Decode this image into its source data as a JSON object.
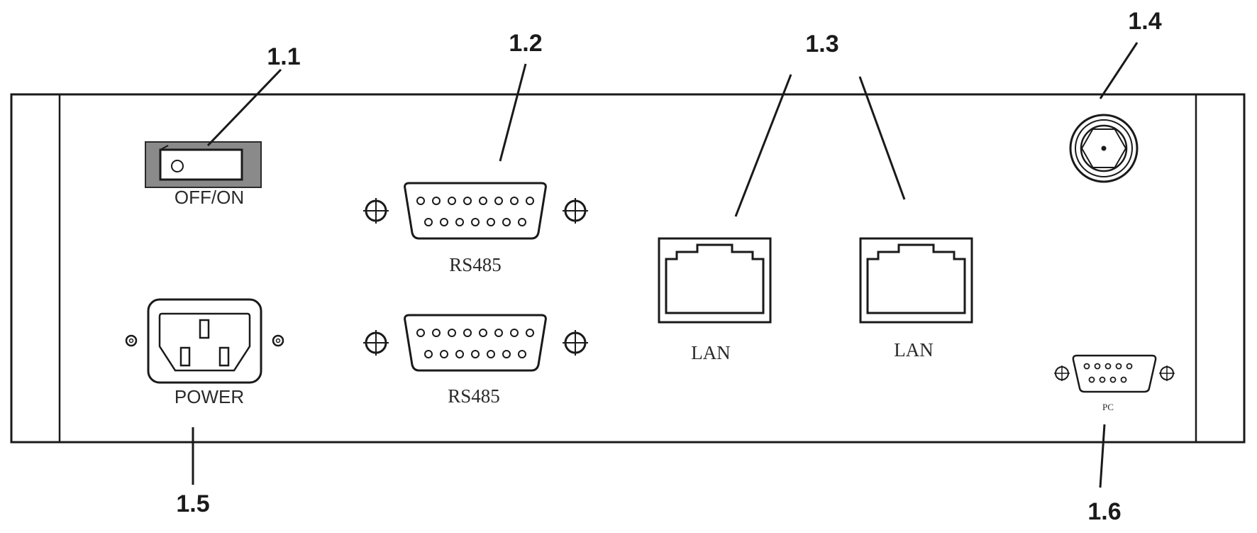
{
  "callouts": {
    "c11": "1.1",
    "c12": "1.2",
    "c13": "1.3",
    "c14": "1.4",
    "c15": "1.5",
    "c16": "1.6"
  },
  "labels": {
    "switch": "OFF/ON",
    "rs485_top": "RS485",
    "rs485_bottom": "RS485",
    "lan_left": "LAN",
    "lan_right": "LAN",
    "power": "POWER",
    "small_port": "PC"
  },
  "icons": [
    "power-switch-icon",
    "db15-connector-icon",
    "rj45-port-icon",
    "antenna-connector-icon",
    "iec-power-inlet-icon",
    "db9-connector-icon"
  ]
}
